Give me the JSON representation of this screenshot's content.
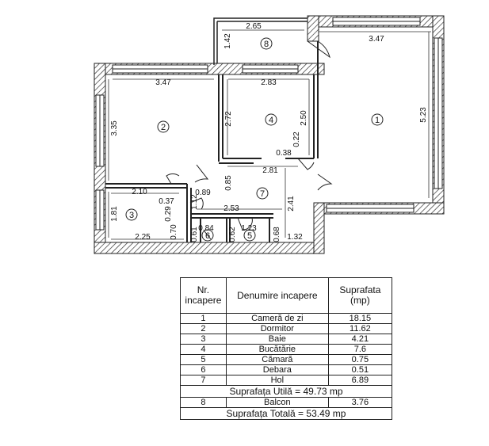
{
  "plan": {
    "rooms": [
      {
        "num": "1"
      },
      {
        "num": "2"
      },
      {
        "num": "3"
      },
      {
        "num": "4"
      },
      {
        "num": "5"
      },
      {
        "num": "6"
      },
      {
        "num": "7"
      },
      {
        "num": "8"
      }
    ],
    "dimensions": [
      {
        "text": "2.65"
      },
      {
        "text": "1.42"
      },
      {
        "text": "3.47"
      },
      {
        "text": "5.23"
      },
      {
        "text": "3.47"
      },
      {
        "text": "2.83"
      },
      {
        "text": "3.35"
      },
      {
        "text": "2.72"
      },
      {
        "text": "2.50"
      },
      {
        "text": "0.22"
      },
      {
        "text": "0.38"
      },
      {
        "text": "2.81"
      },
      {
        "text": "0.85"
      },
      {
        "text": "2.10"
      },
      {
        "text": "0.89"
      },
      {
        "text": "0.37"
      },
      {
        "text": "1.12"
      },
      {
        "text": "0.29"
      },
      {
        "text": "2.53"
      },
      {
        "text": "2.41"
      },
      {
        "text": "1.81"
      },
      {
        "text": "0.70"
      },
      {
        "text": "2.25"
      },
      {
        "text": "0.61"
      },
      {
        "text": "0.84"
      },
      {
        "text": "0.62"
      },
      {
        "text": "1.23"
      },
      {
        "text": "0.68"
      },
      {
        "text": "1.32"
      }
    ]
  },
  "table": {
    "headers": {
      "nr": "Nr. incapere",
      "name": "Denumire incapere",
      "area": "Suprafata (mp)"
    },
    "rows": [
      {
        "nr": "1",
        "name": "Cameră de zi",
        "area": "18.15"
      },
      {
        "nr": "2",
        "name": "Dormitor",
        "area": "11.62"
      },
      {
        "nr": "3",
        "name": "Baie",
        "area": "4.21"
      },
      {
        "nr": "4",
        "name": "Bucătărie",
        "area": "7.6"
      },
      {
        "nr": "5",
        "name": "Cămară",
        "area": "0.75"
      },
      {
        "nr": "6",
        "name": "Debara",
        "area": "0.51"
      },
      {
        "nr": "7",
        "name": "Hol",
        "area": "6.89"
      }
    ],
    "useful_area": "Suprafața Utilă =  49.73 mp",
    "balcony": {
      "nr": "8",
      "name": "Balcon",
      "area": "3.76"
    },
    "total_area": "Suprafața Totală = 53.49 mp"
  }
}
